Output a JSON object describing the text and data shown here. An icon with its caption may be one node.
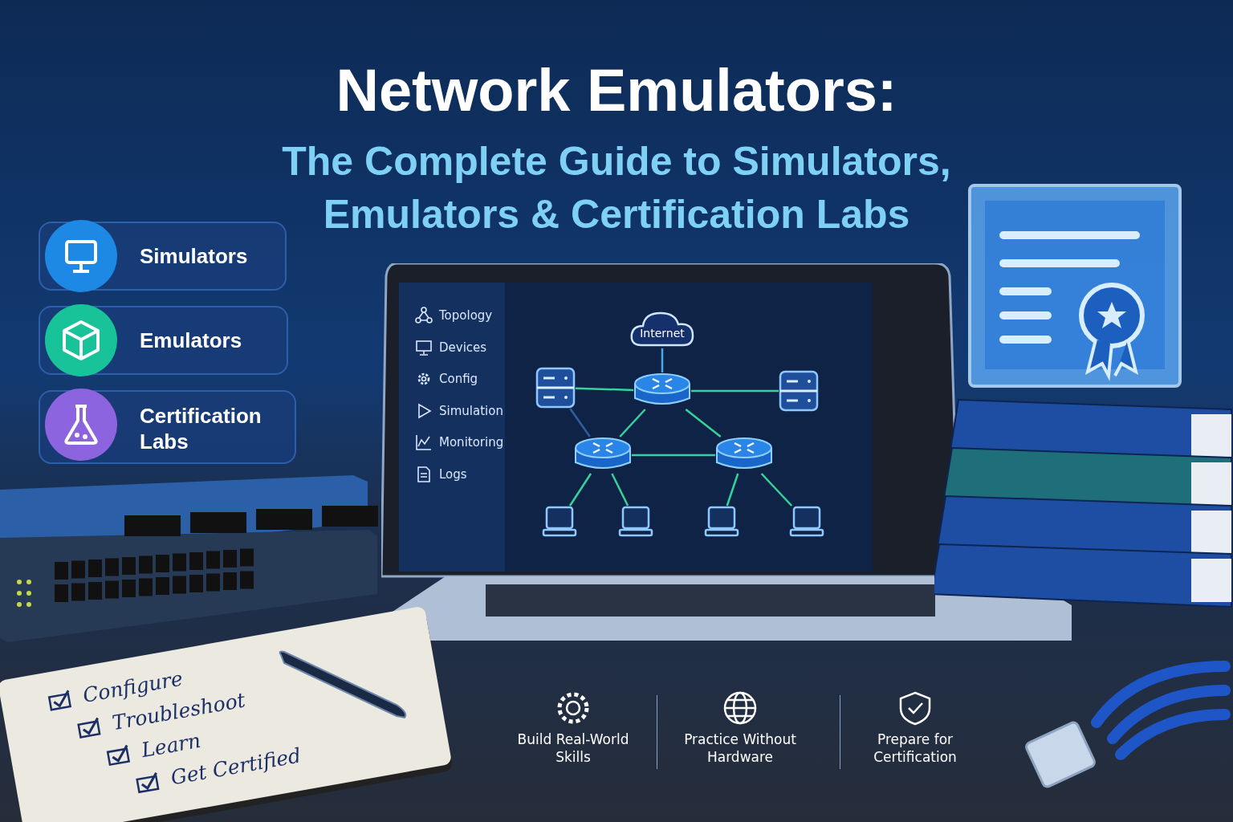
{
  "diagram": {
    "title": "Network Emulators:",
    "nodes": [
      {
        "text": [
          "Simulators"
        ]
      },
      {
        "text": [
          "Emulators"
        ]
      },
      {
        "text": [
          "Certification Labs"
        ]
      },
      {
        "text": [
          "Internet"
        ]
      },
      {
        "text": [],
        "shape": "box"
      },
      {
        "text": [],
        "shape": "cylinder"
      },
      {
        "text": [],
        "shape": "box"
      },
      {
        "text": [],
        "shape": "cylinder"
      },
      {
        "text": [],
        "shape": "cylinder"
      },
      {
        "text": [],
        "shape": "laptop"
      },
      {
        "text": [],
        "shape": "laptop"
      },
      {
        "text": [],
        "shape": "laptop"
      },
      {
        "text": [],
        "shape": "laptop"
      }
    ],
    "edges": [
      {
        "from": 3,
        "to": 5,
        "arrow": "none",
        "color": "#4aa8e8"
      },
      {
        "from": 4,
        "to": 5,
        "arrow": "none"
      },
      {
        "from": 5,
        "to": 6,
        "arrow": "none"
      },
      {
        "from": 4,
        "to": 7,
        "arrow": "none",
        "color": "#2f5f9a"
      },
      {
        "from": 5,
        "to": 7,
        "arrow": "none"
      },
      {
        "from": 5,
        "to": 8,
        "arrow": "none"
      },
      {
        "from": 7,
        "to": 8,
        "arrow": "none"
      },
      {
        "from": 7,
        "to": 9,
        "arrow": "none"
      },
      {
        "from": 7,
        "to": 10,
        "arrow": "none"
      },
      {
        "from": 8,
        "to": 11,
        "arrow": "none"
      },
      {
        "from": 8,
        "to": 12,
        "arrow": "none"
      }
    ],
    "labels": [
      "The Complete Guide to Simulators, Emulators & Certification Labs",
      "Topology",
      "Devices",
      "Config",
      "Simulation",
      "Monitoring",
      "Logs",
      "Configure",
      "Troubleshoot",
      "Learn",
      "Get Certified",
      "Build Real-World Skills",
      "Practice Without Hardware",
      "Prepare for Certification"
    ]
  }
}
